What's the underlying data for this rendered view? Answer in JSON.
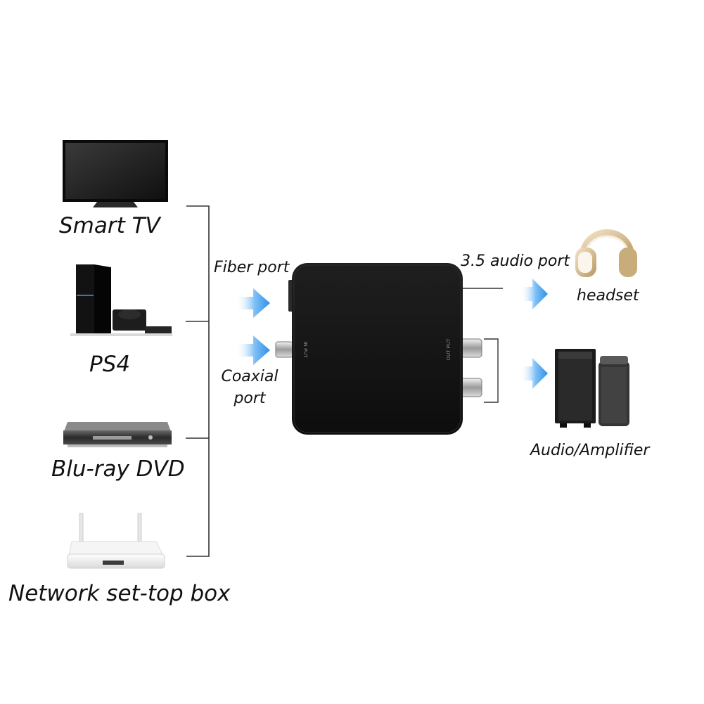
{
  "sources": {
    "tv": {
      "label": "Smart TV"
    },
    "ps4": {
      "label": "PS4"
    },
    "bluray": {
      "label": "Blu-ray DVD"
    },
    "settop": {
      "label": "Network set-top box"
    }
  },
  "inputs": {
    "fiber": {
      "label": "Fiber port"
    },
    "coaxial": {
      "label_line1": "Coaxial",
      "label_line2": "port"
    }
  },
  "converter": {
    "in_label": "IN PUT",
    "out_label": "OUT PUT"
  },
  "outputs": {
    "audio_port": {
      "label": "3.5 audio port"
    },
    "headset": {
      "label": "headset"
    },
    "amplifier": {
      "label": "Audio/Amplifier"
    }
  },
  "colors": {
    "arrow_blue": "#2f8fe8",
    "device_dark": "#1a1a1a",
    "background": "#ffffff"
  }
}
